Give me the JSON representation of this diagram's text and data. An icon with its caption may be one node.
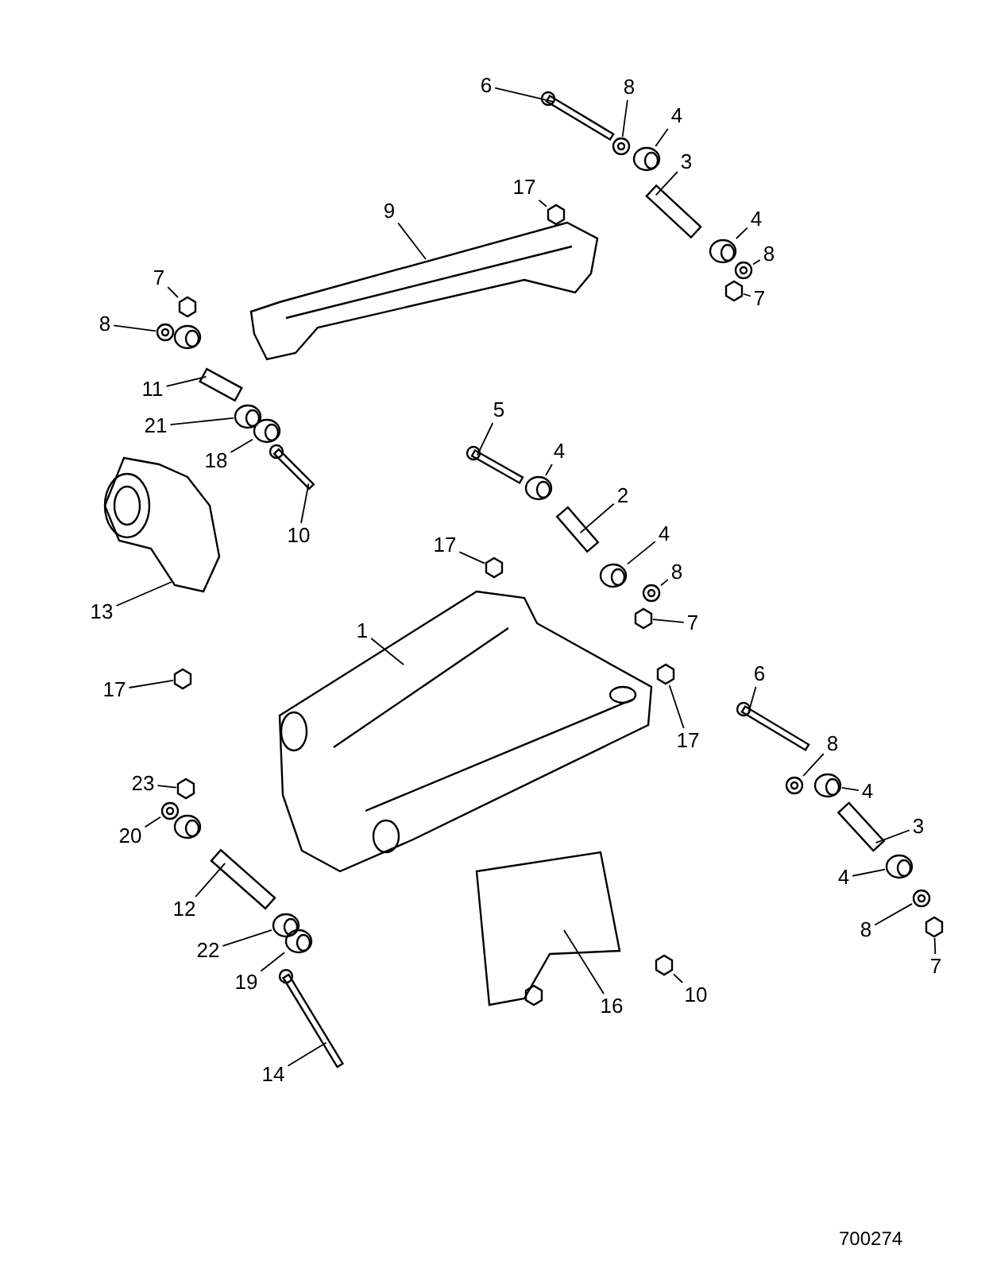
{
  "diagram": {
    "nodes": [
      {
        "text": [
          "6"
        ]
      },
      {
        "text": [
          "8"
        ]
      },
      {
        "text": [
          "4"
        ]
      },
      {
        "text": [
          "3"
        ]
      },
      {
        "text": [
          "4"
        ]
      },
      {
        "text": [
          "8"
        ]
      },
      {
        "text": [
          "7"
        ]
      },
      {
        "text": [
          "17"
        ]
      },
      {
        "text": [
          "9"
        ]
      },
      {
        "text": [
          "7"
        ]
      },
      {
        "text": [
          "8"
        ]
      },
      {
        "text": [
          "11"
        ]
      },
      {
        "text": [
          "21"
        ]
      },
      {
        "text": [
          "18"
        ]
      },
      {
        "text": [
          "10"
        ]
      },
      {
        "text": [
          "5"
        ]
      },
      {
        "text": [
          "4"
        ]
      },
      {
        "text": [
          "2"
        ]
      },
      {
        "text": [
          "4"
        ]
      },
      {
        "text": [
          "8"
        ]
      },
      {
        "text": [
          "7"
        ]
      },
      {
        "text": [
          "17"
        ]
      },
      {
        "text": [
          "13"
        ]
      },
      {
        "text": [
          "1"
        ]
      },
      {
        "text": [
          "17"
        ]
      },
      {
        "text": [
          "17"
        ]
      },
      {
        "text": [
          "6"
        ]
      },
      {
        "text": [
          "8"
        ]
      },
      {
        "text": [
          "4"
        ]
      },
      {
        "text": [
          "3"
        ]
      },
      {
        "text": [
          "4"
        ]
      },
      {
        "text": [
          "8"
        ]
      },
      {
        "text": [
          "7"
        ]
      },
      {
        "text": [
          "23"
        ]
      },
      {
        "text": [
          "20"
        ]
      },
      {
        "text": [
          "12"
        ]
      },
      {
        "text": [
          "22"
        ]
      },
      {
        "text": [
          "19"
        ]
      },
      {
        "text": [
          "14"
        ]
      },
      {
        "text": [
          "16"
        ]
      },
      {
        "text": [
          "10"
        ]
      },
      {
        "text": [],
        "shape": "bolt"
      },
      {
        "text": [],
        "shape": "washer"
      },
      {
        "text": [],
        "shape": "bushing"
      },
      {
        "text": [],
        "shape": "sleeve"
      },
      {
        "text": [],
        "shape": "bushing"
      },
      {
        "text": [],
        "shape": "washer"
      },
      {
        "text": [],
        "shape": "nut"
      },
      {
        "text": [],
        "shape": "nut"
      },
      {
        "text": [],
        "shape": "picture"
      },
      {
        "text": [],
        "shape": "nut"
      },
      {
        "text": [],
        "shape": "washer"
      },
      {
        "text": [],
        "shape": "sleeve"
      },
      {
        "text": [],
        "shape": "bushing"
      },
      {
        "text": [],
        "shape": "bushing"
      },
      {
        "text": [],
        "shape": "bolt"
      },
      {
        "text": [],
        "shape": "bolt"
      },
      {
        "text": [],
        "shape": "bushing"
      },
      {
        "text": [],
        "shape": "sleeve"
      },
      {
        "text": [],
        "shape": "bushing"
      },
      {
        "text": [],
        "shape": "washer"
      },
      {
        "text": [],
        "shape": "nut"
      },
      {
        "text": [],
        "shape": "nut"
      },
      {
        "text": [],
        "shape": "picture"
      },
      {
        "text": [],
        "shape": "picture"
      },
      {
        "text": [],
        "shape": "nut"
      },
      {
        "text": [],
        "shape": "nut"
      },
      {
        "text": [],
        "shape": "bolt"
      },
      {
        "text": [],
        "shape": "washer"
      },
      {
        "text": [],
        "shape": "bushing"
      },
      {
        "text": [],
        "shape": "sleeve"
      },
      {
        "text": [],
        "shape": "bushing"
      },
      {
        "text": [],
        "shape": "washer"
      },
      {
        "text": [],
        "shape": "nut"
      },
      {
        "text": [],
        "shape": "nut"
      },
      {
        "text": [],
        "shape": "washer"
      },
      {
        "text": [],
        "shape": "sleeve"
      },
      {
        "text": [],
        "shape": "bushing"
      },
      {
        "text": [],
        "shape": "bushing"
      },
      {
        "text": [],
        "shape": "bolt"
      },
      {
        "text": [],
        "shape": "picture"
      },
      {
        "text": [],
        "shape": "nut"
      }
    ],
    "edges": [
      {
        "from": 0,
        "to": 41,
        "arrow": "none"
      },
      {
        "from": 1,
        "to": 42,
        "arrow": "none"
      },
      {
        "from": 2,
        "to": 43,
        "arrow": "none"
      },
      {
        "from": 3,
        "to": 44,
        "arrow": "none"
      },
      {
        "from": 4,
        "to": 45,
        "arrow": "none"
      },
      {
        "from": 5,
        "to": 46,
        "arrow": "none"
      },
      {
        "from": 6,
        "to": 47,
        "arrow": "none"
      },
      {
        "from": 7,
        "to": 48,
        "arrow": "none"
      },
      {
        "from": 8,
        "to": 49,
        "arrow": "none"
      },
      {
        "from": 9,
        "to": 50,
        "arrow": "none"
      },
      {
        "from": 10,
        "to": 51,
        "arrow": "none"
      },
      {
        "from": 11,
        "to": 52,
        "arrow": "none"
      },
      {
        "from": 12,
        "to": 53,
        "arrow": "none"
      },
      {
        "from": 13,
        "to": 54,
        "arrow": "none"
      },
      {
        "from": 14,
        "to": 55,
        "arrow": "none"
      },
      {
        "from": 15,
        "to": 56,
        "arrow": "none"
      },
      {
        "from": 16,
        "to": 57,
        "arrow": "none"
      },
      {
        "from": 17,
        "to": 58,
        "arrow": "none"
      },
      {
        "from": 18,
        "to": 59,
        "arrow": "none"
      },
      {
        "from": 19,
        "to": 60,
        "arrow": "none"
      },
      {
        "from": 20,
        "to": 61,
        "arrow": "none"
      },
      {
        "from": 21,
        "to": 62,
        "arrow": "none"
      },
      {
        "from": 22,
        "to": 63,
        "arrow": "none"
      },
      {
        "from": 23,
        "to": 64,
        "arrow": "none"
      },
      {
        "from": 24,
        "to": 65,
        "arrow": "none"
      },
      {
        "from": 25,
        "to": 66,
        "arrow": "none"
      },
      {
        "from": 26,
        "to": 67,
        "arrow": "none"
      },
      {
        "from": 27,
        "to": 68,
        "arrow": "none"
      },
      {
        "from": 28,
        "to": 69,
        "arrow": "none"
      },
      {
        "from": 29,
        "to": 70,
        "arrow": "none"
      },
      {
        "from": 30,
        "to": 71,
        "arrow": "none"
      },
      {
        "from": 31,
        "to": 72,
        "arrow": "none"
      },
      {
        "from": 32,
        "to": 73,
        "arrow": "none"
      },
      {
        "from": 33,
        "to": 74,
        "arrow": "none"
      },
      {
        "from": 34,
        "to": 75,
        "arrow": "none"
      },
      {
        "from": 35,
        "to": 76,
        "arrow": "none"
      },
      {
        "from": 36,
        "to": 77,
        "arrow": "none"
      },
      {
        "from": 37,
        "to": 78,
        "arrow": "none"
      },
      {
        "from": 38,
        "to": 79,
        "arrow": "none"
      },
      {
        "from": 39,
        "to": 80,
        "arrow": "none"
      },
      {
        "from": 40,
        "to": 81,
        "arrow": "none"
      }
    ],
    "labels": [
      "700274"
    ]
  }
}
